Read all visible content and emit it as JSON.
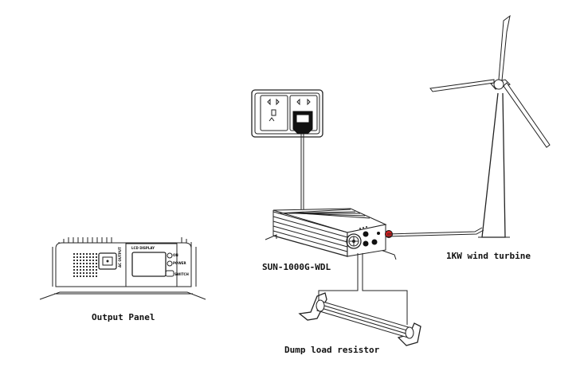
{
  "labels": {
    "output_panel": "Output Panel",
    "inverter": "SUN-1000G-WDL",
    "wind_turbine": "1KW wind turbine",
    "dump_load": "Dump load resistor"
  },
  "panel_text": {
    "lcd_display": "LCD DISPLAY",
    "ac_output": "AC OUTPUT",
    "on": "ON",
    "power": "POWER",
    "switch": "SWITCH"
  },
  "colors": {
    "line": "#222222",
    "accent_red": "#cc1f1f",
    "background": "#ffffff"
  }
}
